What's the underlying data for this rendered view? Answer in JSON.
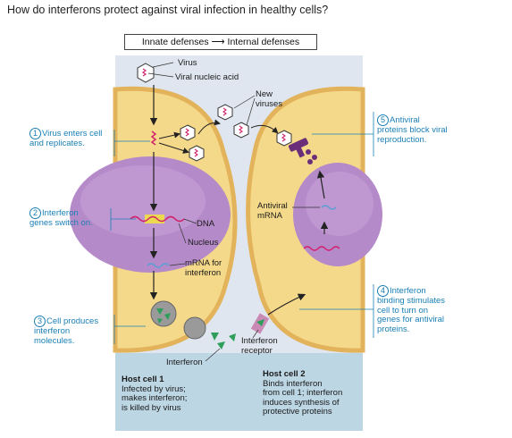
{
  "question": "How do interferons protect against viral infection in healthy cells?",
  "header": {
    "left": "Innate defenses",
    "right": "Internal defenses"
  },
  "labels": {
    "virus": "Virus",
    "viral_nucleic_acid": "Viral nucleic acid",
    "new_viruses": "New\nviruses",
    "dna": "DNA",
    "nucleus": "Nucleus",
    "mrna_interferon": "mRNA for\ninterferon",
    "antiviral_mrna": "Antiviral\nmRNA",
    "interferon": "Interferon",
    "interferon_receptor": "Interferon\nreceptor"
  },
  "steps": [
    {
      "num": "1",
      "text": "Virus enters cell\nand replicates."
    },
    {
      "num": "2",
      "text": "Interferon\ngenes switch on."
    },
    {
      "num": "3",
      "text": "Cell produces\ninterferon\nmolecules."
    },
    {
      "num": "4",
      "text": "Interferon\nbinding stimulates\ncell to turn on\ngenes for antiviral\nproteins."
    },
    {
      "num": "5",
      "text": "Antiviral\nproteins block viral\nreproduction."
    }
  ],
  "host_cell_1": {
    "title": "Host cell 1",
    "desc": "Infected by virus;\nmakes interferon;\nis killed by virus"
  },
  "host_cell_2": {
    "title": "Host cell 2",
    "desc": "Binds interferon\nfrom cell 1; interferon\ninduces synthesis of\nprotective proteins"
  },
  "colors": {
    "panel_bg": "#dfe6ef",
    "lower_bg": "#bcd6e4",
    "cytoplasm": "#f5d98a",
    "membrane": "#e2b35a",
    "nucleus": "#b58ac9",
    "step_blue": "#1a7fb5",
    "interferon_green": "#2f9e5a",
    "protein_purple": "#6b2f7a",
    "dna_yellow": "#f3e43a"
  },
  "icons": [
    "virus-icon",
    "interferon-icon",
    "antiviral-protein-icon",
    "receptor-icon"
  ]
}
